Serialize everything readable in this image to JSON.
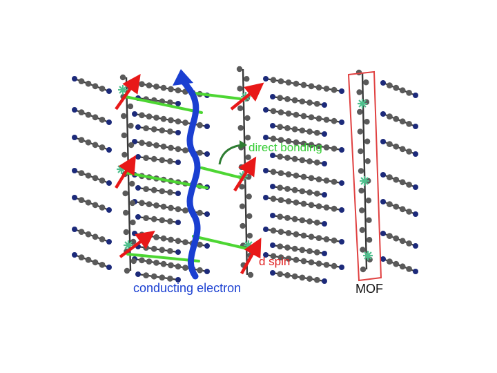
{
  "labels": {
    "direct_bonding": "direct bonding",
    "d_spin": "d spin",
    "conducting_electron": "conducting electron",
    "mof": "MOF"
  },
  "colors": {
    "background": "#ffffff",
    "atom_carbon": "#5a5a5a",
    "atom_nitrogen": "#1c2a7a",
    "atom_oxygen": "#8b1a1a",
    "metal": "#4fc08d",
    "bond": "#3a3a3a",
    "spin_arrow": "#e81818",
    "bonding_line": "#4dd633",
    "bonding_label": "#33cc33",
    "bonding_curve": "#2e7d32",
    "electron_path": "#1a3fd1",
    "electron_label": "#1a3fd1",
    "mof_box": "#e04040",
    "mof_label": "#111111"
  }
}
